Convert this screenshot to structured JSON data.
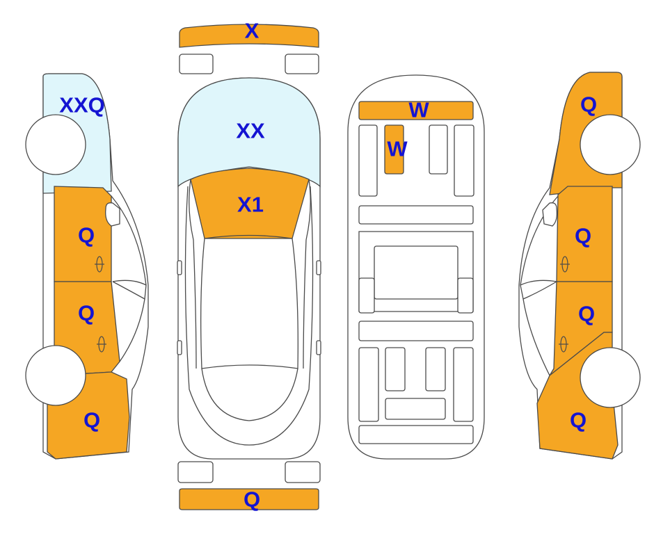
{
  "colors": {
    "damaged": "#f5a623",
    "glass": "#dff6fb",
    "outline": "#4a4a4a",
    "label": "#1414d2",
    "body": "#ffffff"
  },
  "labels": {
    "front_bumper": "X",
    "rear_bumper": "Q",
    "windshield": "XX",
    "hood": "X1",
    "roof_front": "W",
    "roof_panel": "W",
    "left_front_glass": "XXQ",
    "left_front_door": "Q",
    "left_rear_door": "Q",
    "left_rear_quarter": "Q",
    "right_front_fender": "Q",
    "right_front_door": "Q",
    "right_rear_door": "Q",
    "right_rear_quarter": "Q"
  }
}
